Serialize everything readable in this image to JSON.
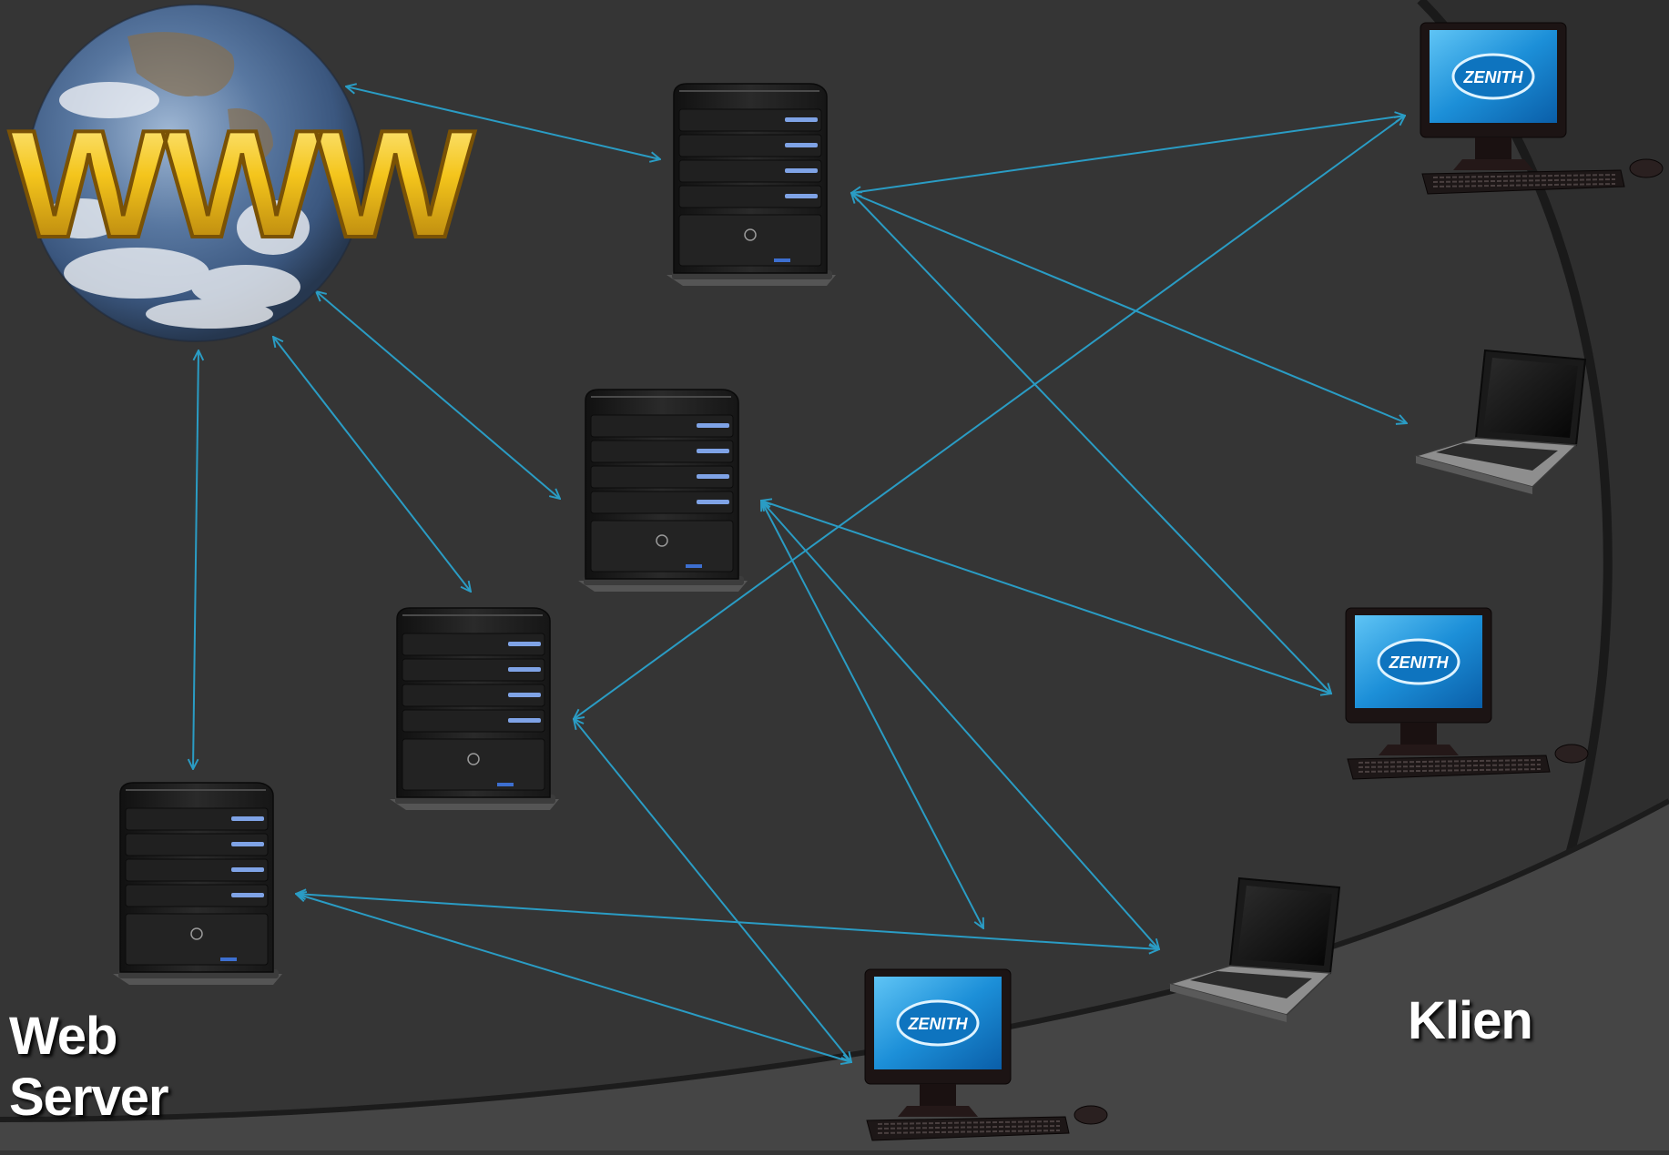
{
  "colors": {
    "background": "#353535",
    "connection": "#2a9cc4",
    "caption_text": "#ffffff",
    "www_text": "#f2c21a",
    "server_body": "#1e1e1e",
    "server_light": "#7fa3e6",
    "monitor_screen": "#1c8fd8"
  },
  "globe": {
    "icon": "earth-globe-icon",
    "label": "WWW"
  },
  "servers": [
    {
      "id": "server-1",
      "icon": "tower-server-icon"
    },
    {
      "id": "server-2",
      "icon": "tower-server-icon"
    },
    {
      "id": "server-3",
      "icon": "tower-server-icon"
    },
    {
      "id": "server-4",
      "icon": "tower-server-icon"
    }
  ],
  "clients": [
    {
      "id": "client-desktop-1",
      "icon": "desktop-computer-icon",
      "screen_logo": "ZENITH"
    },
    {
      "id": "client-laptop-1",
      "icon": "laptop-icon"
    },
    {
      "id": "client-desktop-2",
      "icon": "desktop-computer-icon",
      "screen_logo": "ZENITH"
    },
    {
      "id": "client-laptop-2",
      "icon": "laptop-icon"
    },
    {
      "id": "client-desktop-3",
      "icon": "desktop-computer-icon",
      "screen_logo": "ZENITH"
    }
  ],
  "connections": [
    {
      "from": "globe",
      "to": "server-1"
    },
    {
      "from": "globe",
      "to": "server-2"
    },
    {
      "from": "globe",
      "to": "server-3"
    },
    {
      "from": "globe",
      "to": "server-4"
    },
    {
      "from": "server-1",
      "to": "client-desktop-1"
    },
    {
      "from": "server-1",
      "to": "client-laptop-1"
    },
    {
      "from": "server-1",
      "to": "client-desktop-2"
    },
    {
      "from": "server-3",
      "to": "client-desktop-1"
    },
    {
      "from": "server-2",
      "to": "client-desktop-2"
    },
    {
      "from": "server-2",
      "to": "client-laptop-2"
    },
    {
      "from": "server-2",
      "to": "client-desktop-3-top"
    },
    {
      "from": "server-3",
      "to": "client-desktop-3"
    },
    {
      "from": "server-4",
      "to": "client-laptop-2"
    },
    {
      "from": "server-4",
      "to": "client-desktop-3"
    }
  ],
  "captions": {
    "servers": "Web\nServer",
    "clients": "Klien"
  }
}
